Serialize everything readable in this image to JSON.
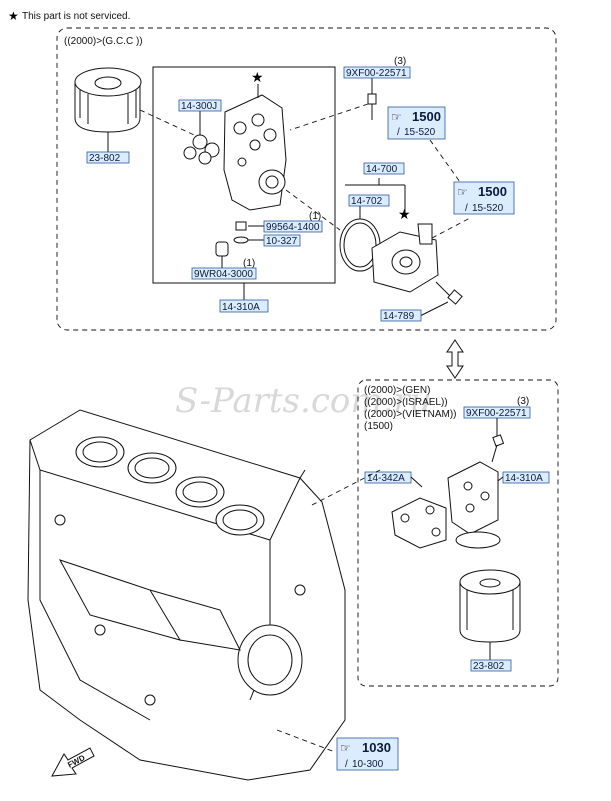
{
  "note": {
    "star": "★",
    "text": "This part is not serviced."
  },
  "top_group": {
    "condition": "((2000)>(G.C.C ))",
    "parts": {
      "p_14_300j": "14-300J",
      "p_23_802_top": "23-802",
      "p_99564": "99564-1400",
      "p_10_327": "10-327",
      "p_9wr": "9WR04-3000",
      "p_14_310a_top": "14-310A",
      "p_9xf_top": "9XF00-22571",
      "p_14_700": "14-700",
      "p_14_702": "14-702",
      "p_14_789": "14-789"
    },
    "qty": {
      "q_9xf": "(3)",
      "q_99564": "(1)",
      "q_9wr": "(1)"
    },
    "refs": [
      {
        "code": "1500",
        "sub": "15-520"
      },
      {
        "code": "1500",
        "sub": "15-520"
      }
    ]
  },
  "bottom_group": {
    "conditions": [
      "((2000)>(GEN)",
      "((2000)>(ISRAEL))",
      "((2000)>(VIETNAM))",
      "(1500)"
    ],
    "parts": {
      "p_9xf_bot": "9XF00-22571",
      "p_14_342a": "14-342A",
      "p_14_310a_bot": "14-310A",
      "p_23_802_bot": "23-802"
    },
    "qty": {
      "q_9xf_bot": "(3)"
    }
  },
  "engine_ref": {
    "code": "1030",
    "sub": "10-300"
  },
  "fwd_label": "FWD",
  "watermark": "S-Parts.com.ru",
  "colors": {
    "part_box_fill": "#dcecff",
    "part_box_stroke": "#2a5aa0",
    "watermark": "#b8b8b8"
  }
}
